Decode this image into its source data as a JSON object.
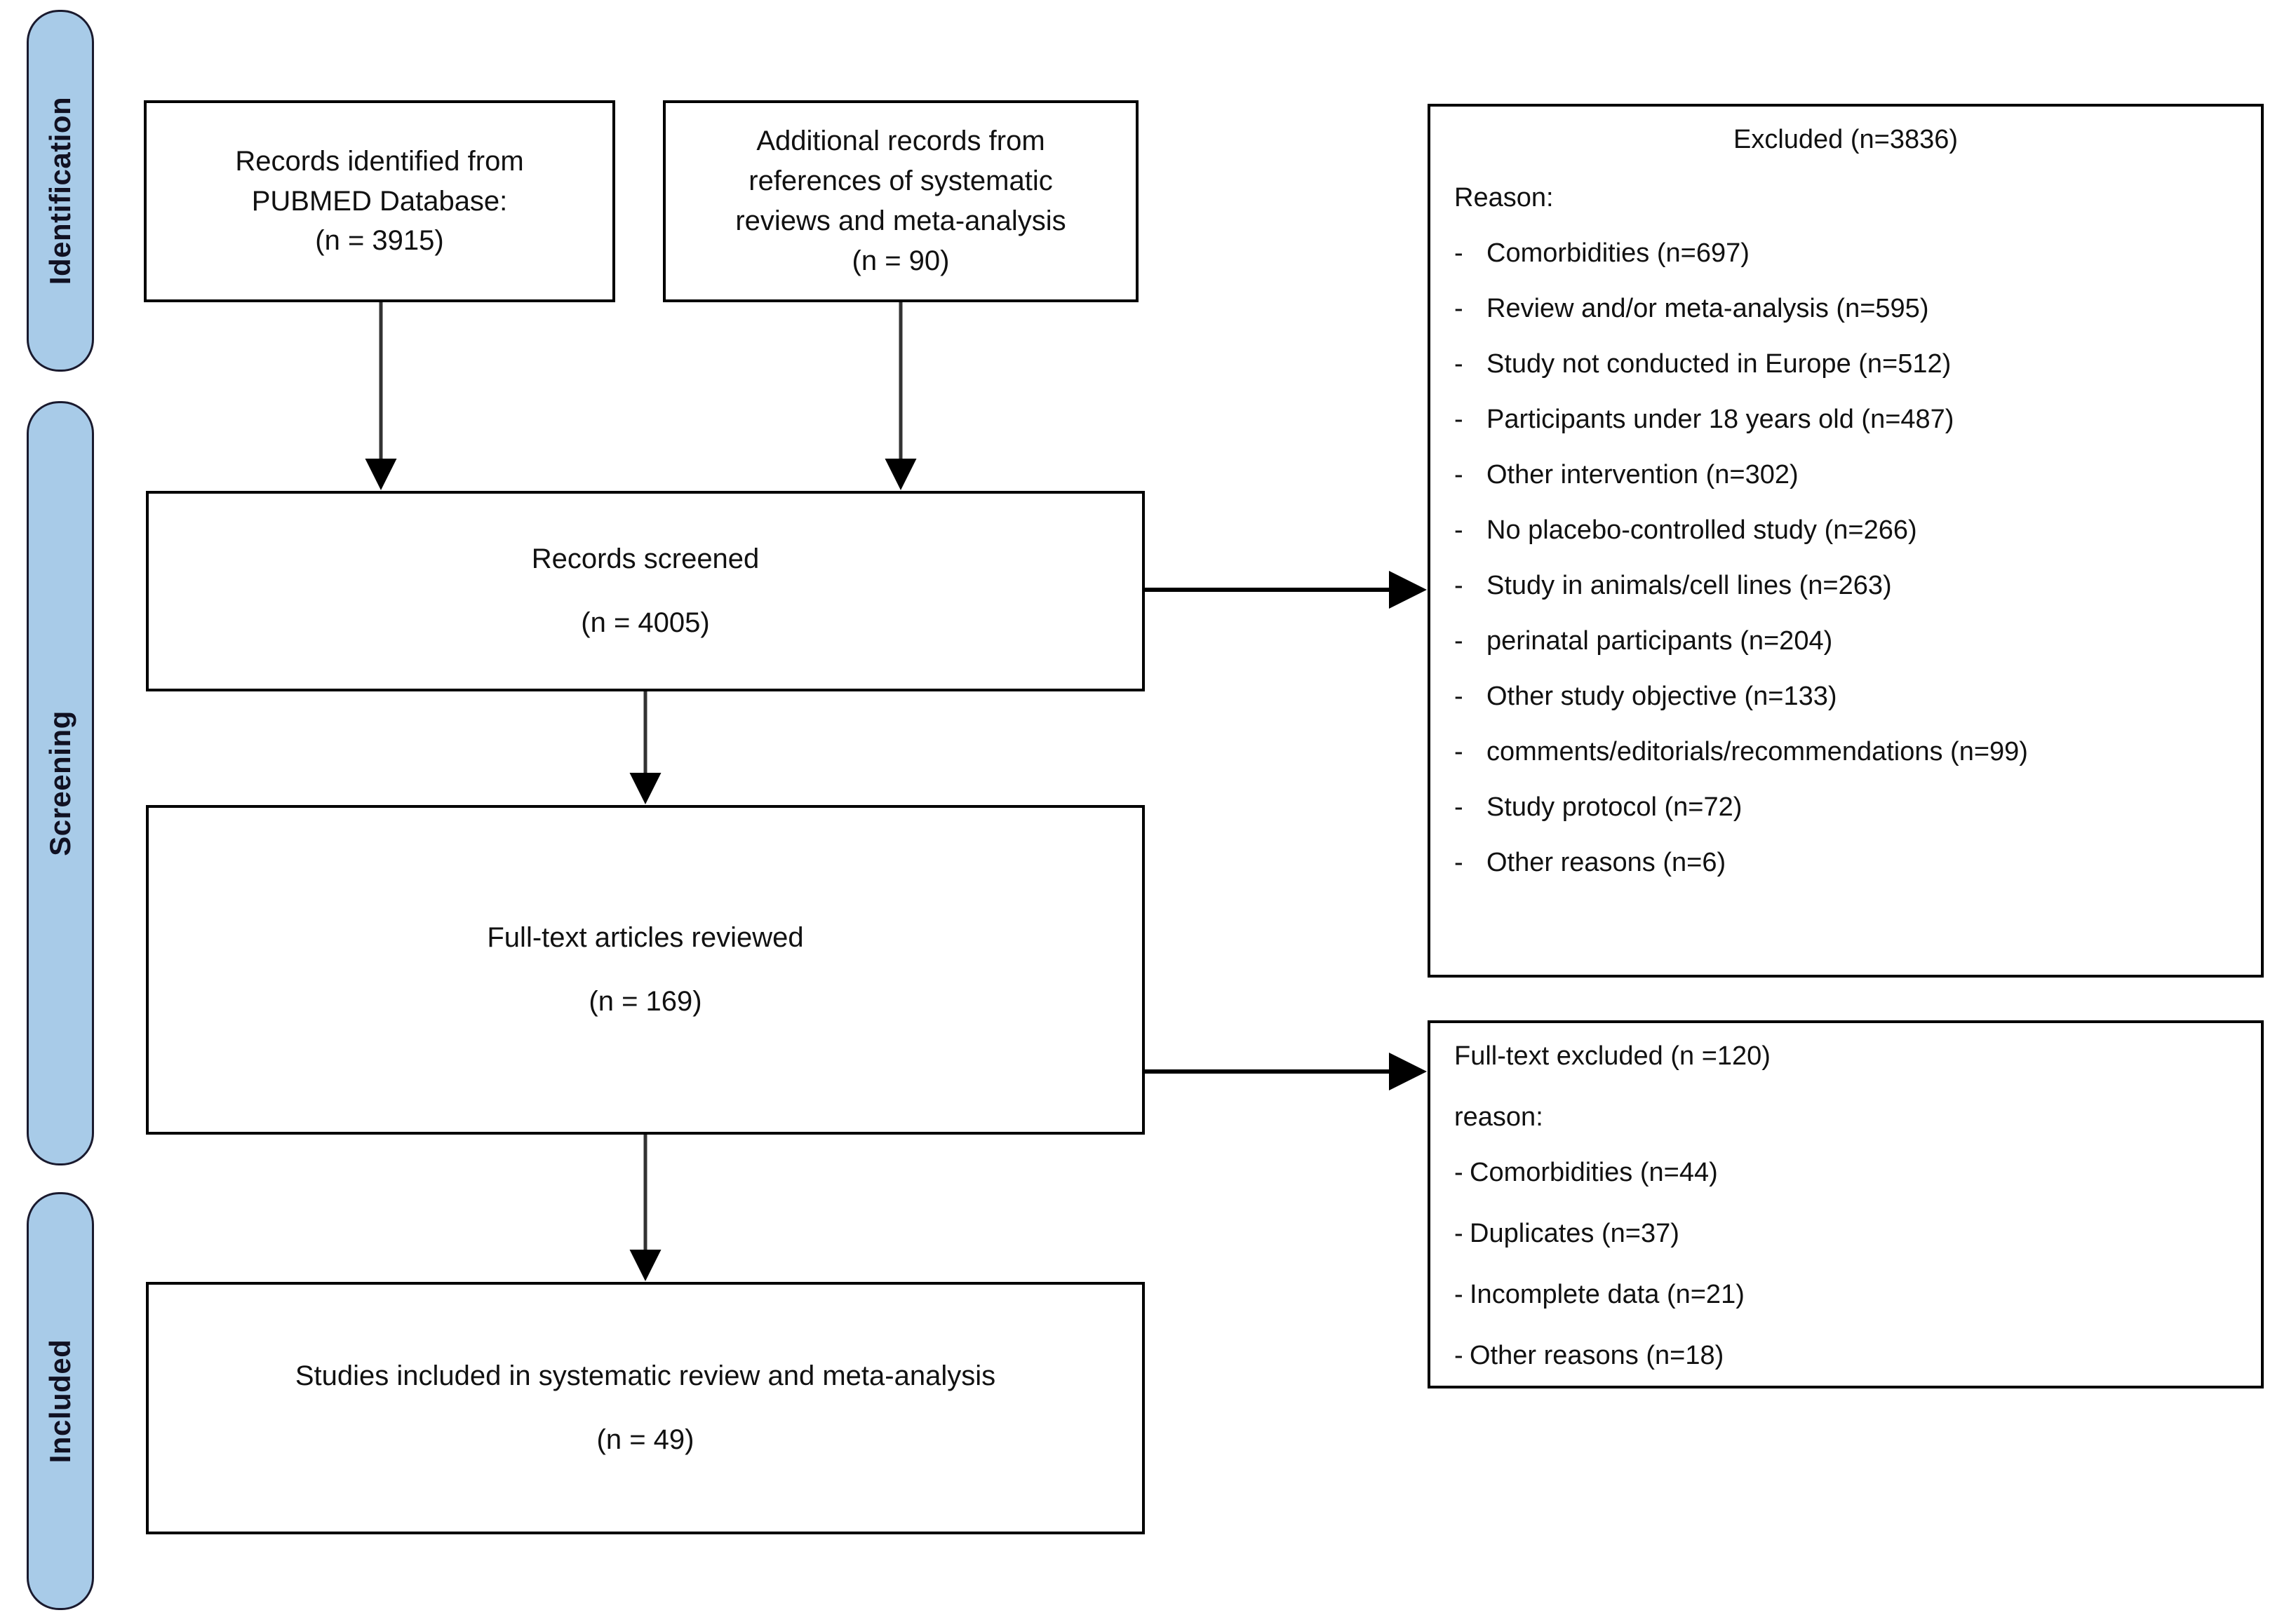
{
  "diagram": {
    "title": "PRISMA flow diagram",
    "accent_color": "#a8cbe8",
    "line_color": "#000000"
  },
  "stages": [
    {
      "id": "identification",
      "label": "Identification"
    },
    {
      "id": "screening",
      "label": "Screening"
    },
    {
      "id": "included",
      "label": "Included"
    }
  ],
  "boxes": {
    "records_pubmed": {
      "line1": "Records identified from",
      "line2": "PUBMED Database:",
      "line3": "(n = 3915)"
    },
    "records_additional": {
      "line1": "Additional records from",
      "line2": "references of systematic",
      "line3": "reviews and meta-analysis",
      "line4": "(n = 90)"
    },
    "records_screened": {
      "line1": "Records screened",
      "line2": "(n = 4005)"
    },
    "fulltext_reviewed": {
      "line1": "Full-text articles reviewed",
      "line2": "(n = 169)"
    },
    "studies_included": {
      "line1": "Studies included in systematic review and meta-analysis",
      "line2": "(n = 49)"
    }
  },
  "excluded_panel": {
    "title": "Excluded (n=3836)",
    "subtitle": "Reason:",
    "dash": "-",
    "reasons": [
      "Comorbidities (n=697)",
      "Review and/or meta-analysis (n=595)",
      "Study not conducted in Europe (n=512)",
      "Participants under 18 years old (n=487)",
      "Other intervention (n=302)",
      "No placebo-controlled study (n=266)",
      "Study in animals/cell lines (n=263)",
      "perinatal participants (n=204)",
      "Other study objective (n=133)",
      "comments/editorials/recommendations (n=99)",
      "Study protocol (n=72)",
      "Other reasons (n=6)"
    ]
  },
  "fulltext_excluded_panel": {
    "title": "Full-text excluded (n =120)",
    "subtitle": "reason:",
    "dash": "-",
    "reasons": [
      "Comorbidities (n=44)",
      "Duplicates (n=37)",
      "Incomplete data (n=21)",
      "Other reasons (n=18)"
    ]
  },
  "chart_data": {
    "type": "diagram",
    "title": "PRISMA study selection flow",
    "nodes": [
      {
        "id": "records_pubmed",
        "stage": "Identification",
        "label": "Records identified from PUBMED Database:",
        "n": 3915
      },
      {
        "id": "records_additional",
        "stage": "Identification",
        "label": "Additional records from references of systematic reviews and meta-analysis",
        "n": 90
      },
      {
        "id": "records_screened",
        "stage": "Screening",
        "label": "Records screened",
        "n": 4005
      },
      {
        "id": "excluded",
        "stage": "Screening",
        "label": "Excluded",
        "n": 3836
      },
      {
        "id": "fulltext_reviewed",
        "stage": "Screening",
        "label": "Full-text articles reviewed",
        "n": 169
      },
      {
        "id": "fulltext_excluded",
        "stage": "Screening",
        "label": "Full-text excluded",
        "n": 120
      },
      {
        "id": "studies_included",
        "stage": "Included",
        "label": "Studies included in systematic review and meta-analysis",
        "n": 49
      }
    ],
    "edges": [
      {
        "from": "records_pubmed",
        "to": "records_screened"
      },
      {
        "from": "records_additional",
        "to": "records_screened"
      },
      {
        "from": "records_screened",
        "to": "excluded"
      },
      {
        "from": "records_screened",
        "to": "fulltext_reviewed"
      },
      {
        "from": "fulltext_reviewed",
        "to": "fulltext_excluded"
      },
      {
        "from": "fulltext_reviewed",
        "to": "studies_included"
      }
    ],
    "excluded_breakdown": {
      "Comorbidities": 697,
      "Review and/or meta-analysis": 595,
      "Study not conducted in Europe": 512,
      "Participants under 18 years old": 487,
      "Other intervention": 302,
      "No placebo-controlled study": 266,
      "Study in animals/cell lines": 263,
      "perinatal participants": 204,
      "Other study objective": 133,
      "comments/editorials/recommendations": 99,
      "Study protocol": 72,
      "Other reasons": 6
    },
    "fulltext_excluded_breakdown": {
      "Comorbidities": 44,
      "Duplicates": 37,
      "Incomplete data": 21,
      "Other reasons": 18
    }
  }
}
